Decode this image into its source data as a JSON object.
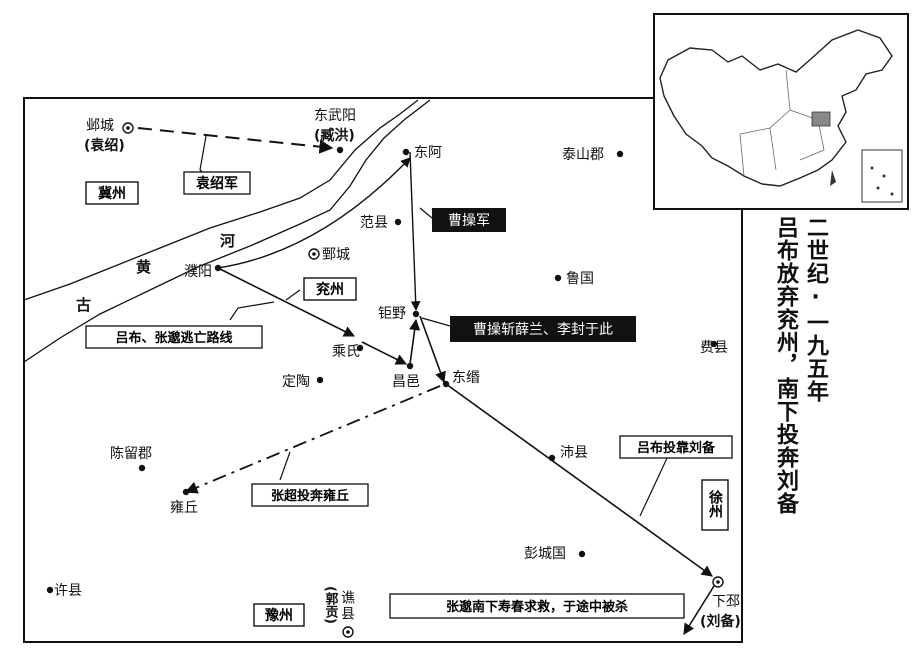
{
  "title": [
    "二世纪·一九五年",
    "吕布放弃兖州，南下投奔刘备"
  ],
  "places": {
    "yecheng": "邺城",
    "yecheng_note": "(袁绍)",
    "dongwuyang": "东武阳",
    "dongwuyang_note": "(臧洪)",
    "donga": "东阿",
    "taishan": "泰山郡",
    "fanxian": "范县",
    "juancheng": "鄄城",
    "puyang": "濮阳",
    "luguo": "鲁国",
    "juye": "钜野",
    "feixian": "费县",
    "chengshi": "乘氏",
    "dingtao": "定陶",
    "changyi": "昌邑",
    "dongmin": "东缗",
    "chenliu": "陈留郡",
    "peixian": "沛县",
    "yongqiu": "雍丘",
    "pengcheng": "彭城国",
    "xuxian": "许县",
    "qiaoxian": "谯县",
    "qiaoxian_note": "(郭贡)",
    "xiapi": "下邳",
    "xiapi_note": "(刘备)"
  },
  "regions": {
    "jizhou": "冀州",
    "yanzhou": "兖州",
    "xuzhou": "徐州",
    "yuzhou": "豫州"
  },
  "river": {
    "gu": "古",
    "huang": "黄",
    "he": "河"
  },
  "callouts": {
    "yuanshao_army": "袁绍军",
    "caocao_army": "曹操军",
    "caocao_kill": "曹操斩薛兰、李封于此",
    "lvbu_route": "吕布、张邈逃亡路线",
    "zhangchao": "张超投奔雍丘",
    "lvbu_liubei": "吕布投靠刘备",
    "zhangmiao": "张邈南下寿春求救，于途中被杀"
  }
}
